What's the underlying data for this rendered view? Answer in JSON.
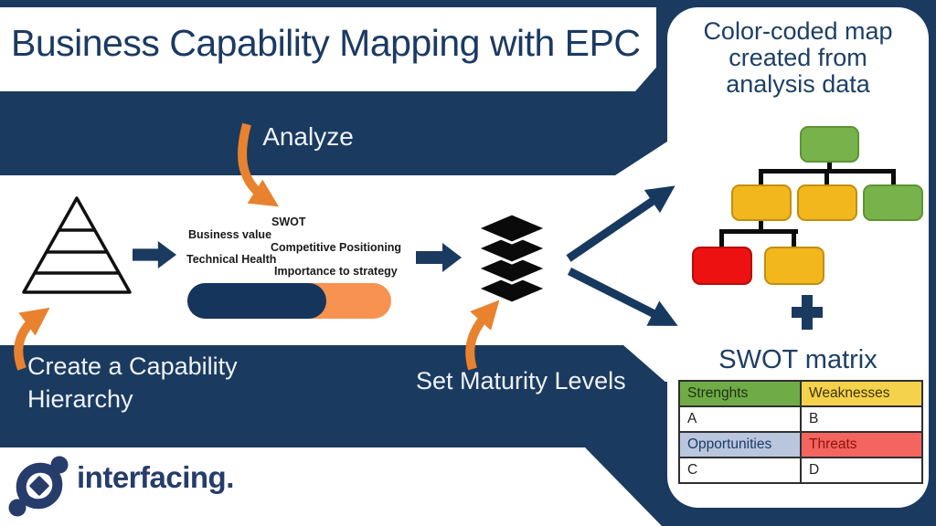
{
  "title": "Business Capability Mapping with EPC",
  "band_labels": {
    "analyze": "Analyze",
    "create_hierarchy": "Create a Capability Hierarchy",
    "set_maturity": "Set Maturity Levels"
  },
  "analysis": {
    "swot": "SWOT",
    "business_value": "Business value",
    "competitive_positioning": "Competitive Positioning",
    "technical_health": "Technical Health",
    "importance_to_strategy": "Importance to strategy"
  },
  "right_panel": {
    "heading": "Color-coded map created from analysis data",
    "matrix_title": "SWOT matrix",
    "capability_tree": {
      "nodes": [
        {
          "id": "root",
          "level": 1,
          "color": "#77b34a",
          "border": "#5d9434"
        },
        {
          "id": "child-1",
          "level": 2,
          "color": "#f2b71d",
          "border": "#c28f0e"
        },
        {
          "id": "child-2",
          "level": 2,
          "color": "#f2b71d",
          "border": "#c28f0e"
        },
        {
          "id": "child-3",
          "level": 2,
          "color": "#77b34a",
          "border": "#5d9434"
        },
        {
          "id": "grandchild-1",
          "level": 3,
          "color": "#ee1111",
          "border": "#b50d0d"
        },
        {
          "id": "grandchild-2",
          "level": 3,
          "color": "#f2b71d",
          "border": "#c28f0e"
        }
      ]
    },
    "swot_table": {
      "rows": [
        [
          {
            "label": "Strenghts",
            "bg": "#6fab47",
            "fg": "#1d3012"
          },
          {
            "label": "Weaknesses",
            "bg": "#f5d24b",
            "fg": "#3d3307"
          }
        ],
        [
          {
            "label": "A",
            "bg": "#ffffff",
            "fg": "#222222"
          },
          {
            "label": "B",
            "bg": "#ffffff",
            "fg": "#222222"
          }
        ],
        [
          {
            "label": "Opportunities",
            "bg": "#b9c6de",
            "fg": "#1c3a5f"
          },
          {
            "label": "Threats",
            "bg": "#f4655f",
            "fg": "#8c130c"
          }
        ],
        [
          {
            "label": "C",
            "bg": "#ffffff",
            "fg": "#222222"
          },
          {
            "label": "D",
            "bg": "#ffffff",
            "fg": "#222222"
          }
        ]
      ]
    }
  },
  "logo": {
    "text": "interfacing."
  },
  "icons": {
    "pyramid-icon": "layered-pyramid",
    "layers-icon": "stacked-layers",
    "block-arrow-right-icon": "block-arrow-right",
    "curved-arrow-icon": "orange-curved-arrow",
    "diverge-arrows-icon": "split-arrows",
    "plus-icon": "+",
    "logo-icon": "interfacing-emblem"
  },
  "colors": {
    "navy": "#1b3a5f",
    "orange_arrow": "#e8822f",
    "pill_orange": "#f79250",
    "pill_navy": "#15355c",
    "tree_green": "#77b34a",
    "tree_yellow": "#f2b71d",
    "tree_red": "#ee1111"
  }
}
